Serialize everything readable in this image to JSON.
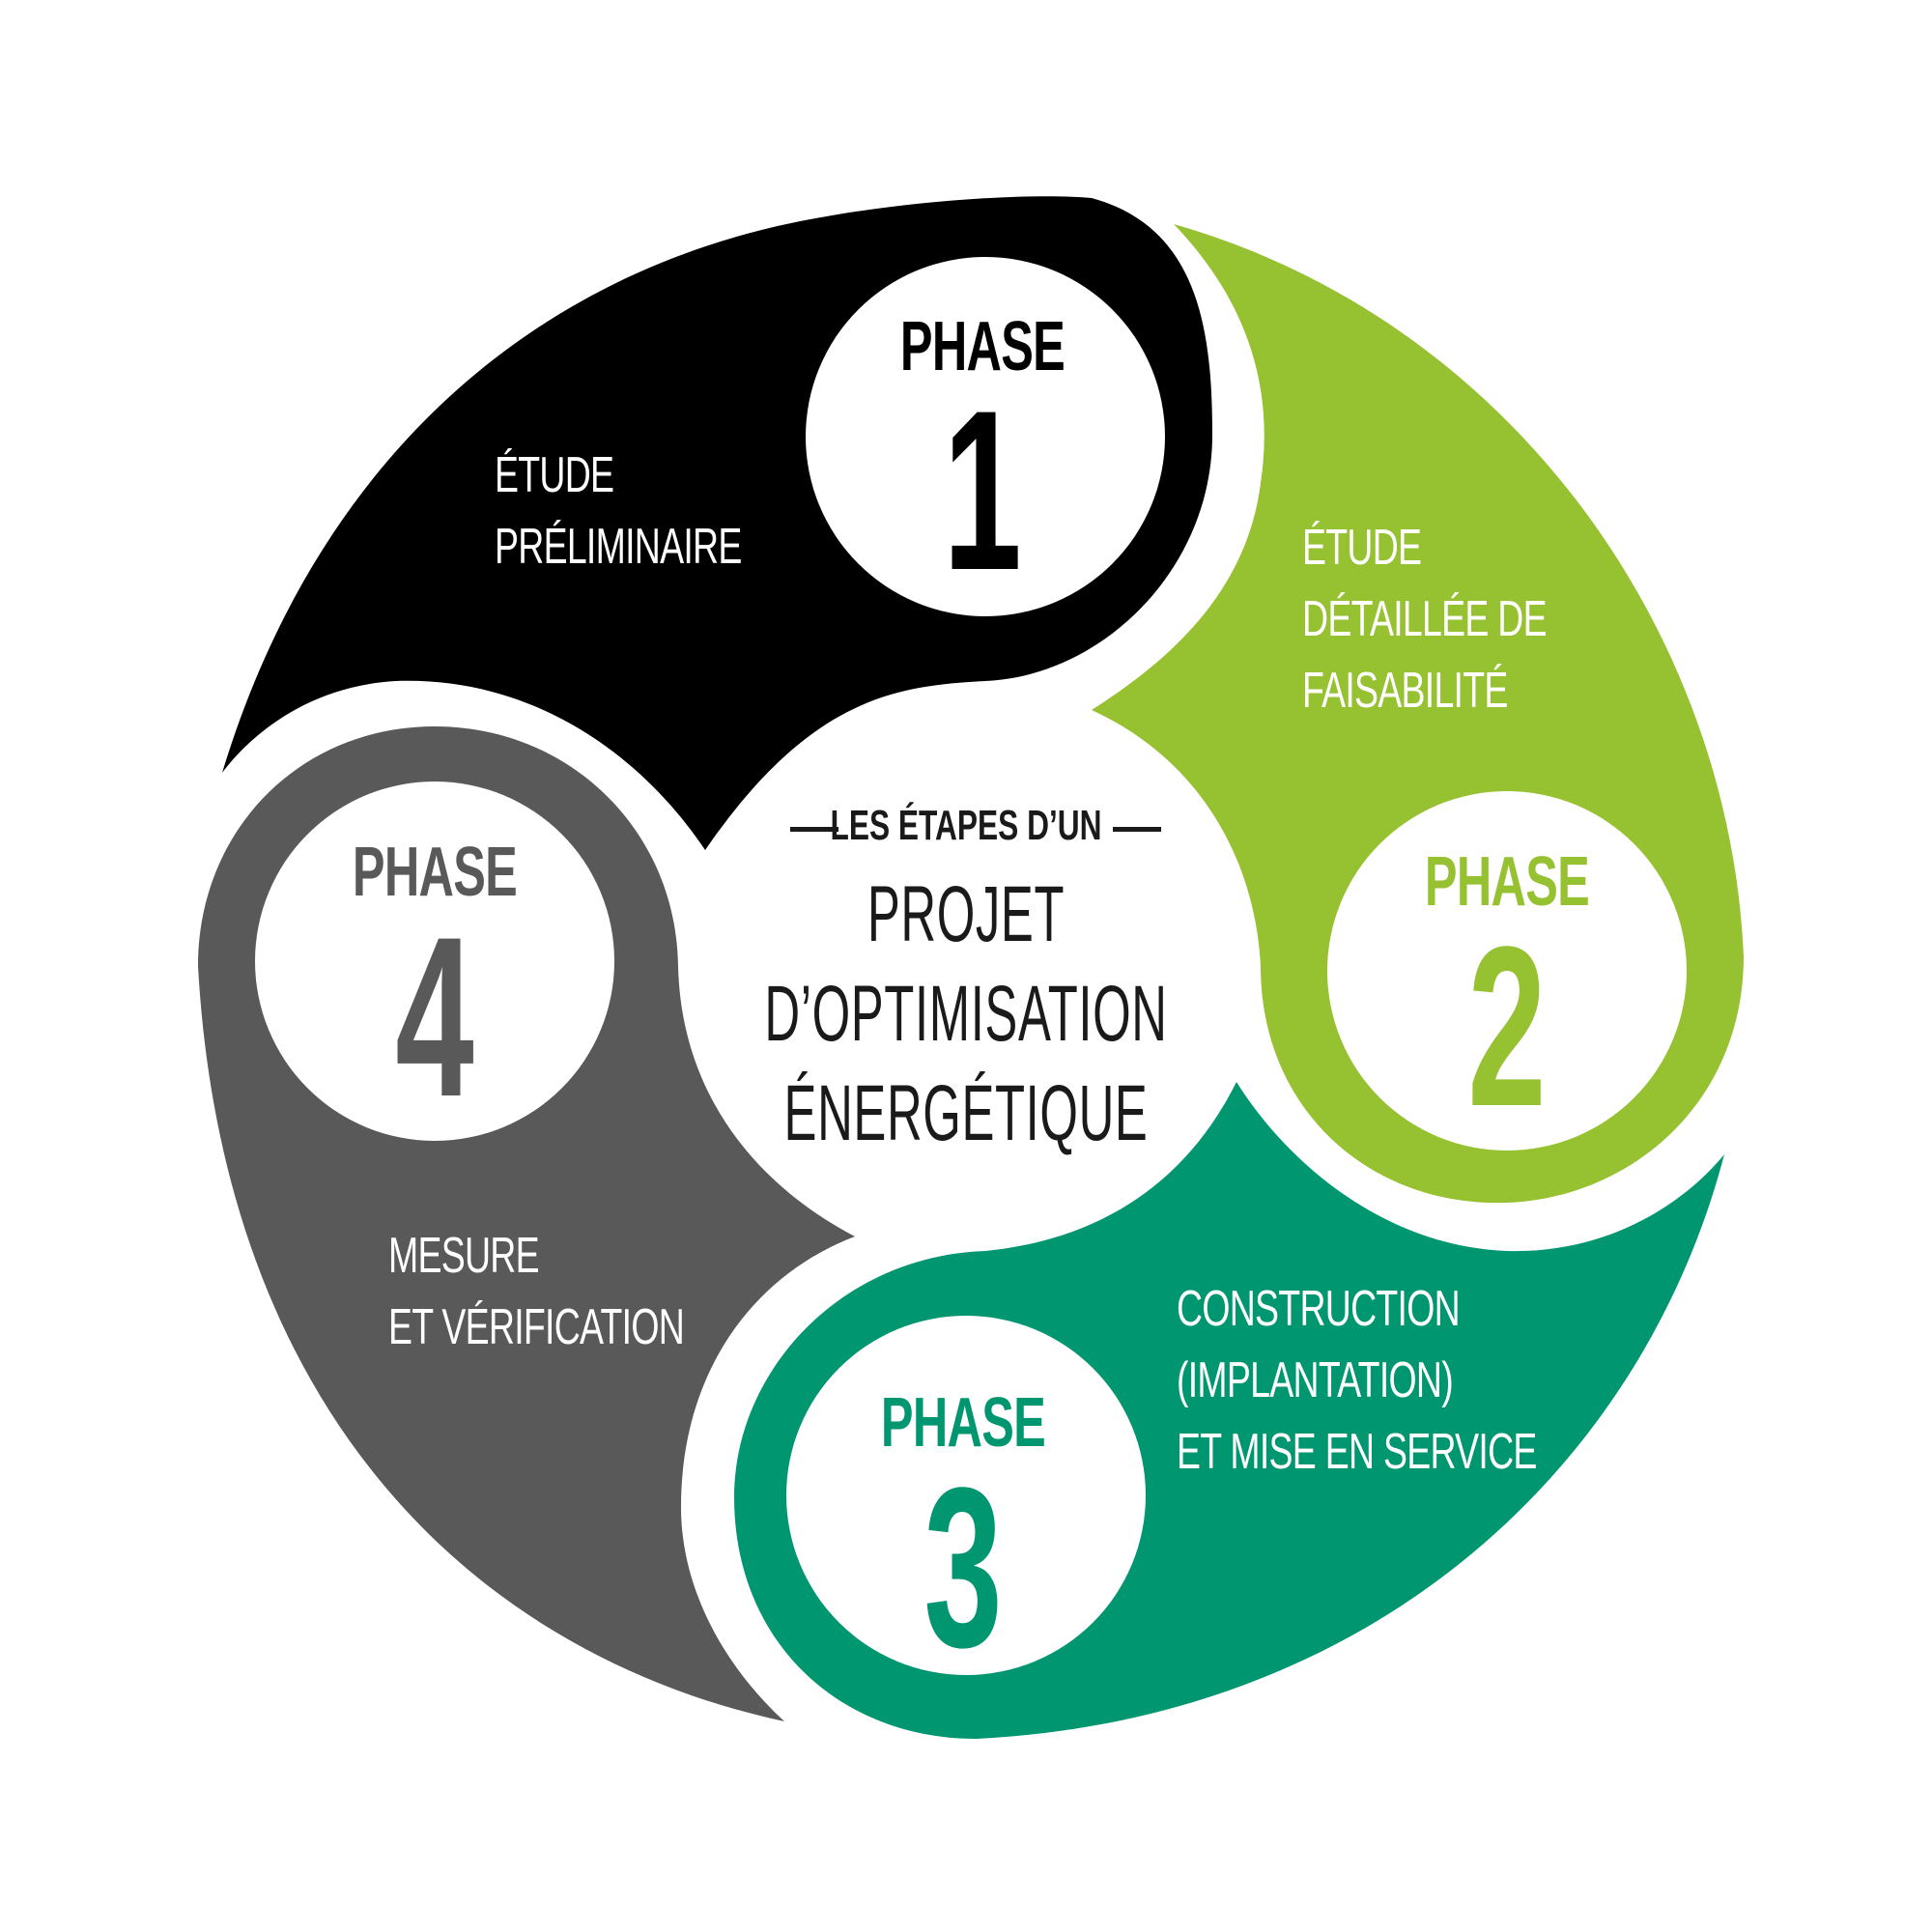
{
  "colors": {
    "phase1": "#000000",
    "phase2": "#96c131",
    "phase3": "#009670",
    "phase4": "#595959",
    "background": "#ffffff",
    "center_text": "#1a1a1a"
  },
  "center": {
    "kicker": "Les étapes d’un",
    "title_lines": [
      "Projet",
      "d’optimisation",
      "énergétique"
    ]
  },
  "phases": [
    {
      "word": "Phase",
      "number": "1",
      "color": "#000000",
      "description_lines": [
        "Étude",
        "préliminaire"
      ]
    },
    {
      "word": "Phase",
      "number": "2",
      "color": "#96c131",
      "description_lines": [
        "Étude",
        "détaillée de",
        "faisabilité"
      ]
    },
    {
      "word": "Phase",
      "number": "3",
      "color": "#009670",
      "description_lines": [
        "Construction",
        "(implantation)",
        "et mise en service"
      ]
    },
    {
      "word": "Phase",
      "number": "4",
      "color": "#595959",
      "description_lines": [
        "Mesure",
        "et vérification"
      ]
    }
  ]
}
